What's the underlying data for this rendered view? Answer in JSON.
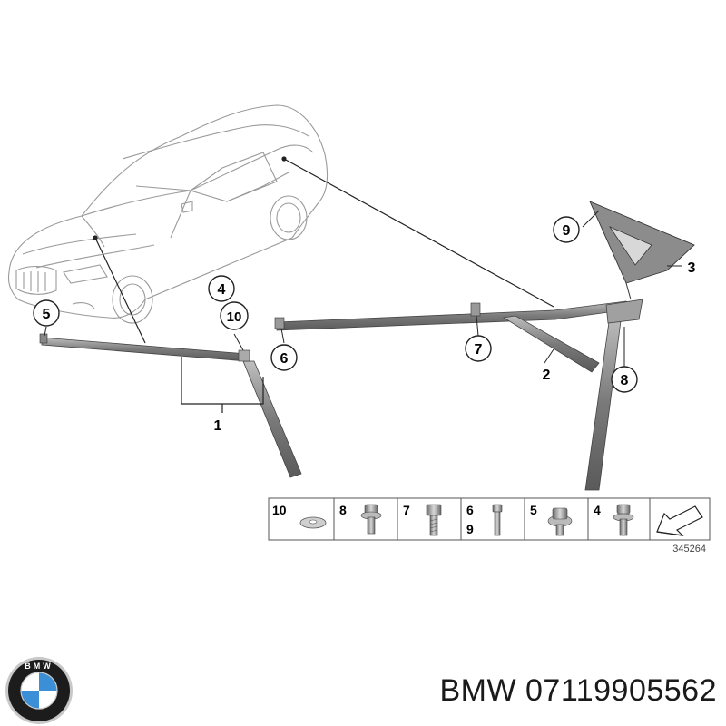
{
  "diagram": {
    "callouts": {
      "c1": "1",
      "c2": "2",
      "c3": "3",
      "c4": "4",
      "c5": "5",
      "c6": "6",
      "c7": "7",
      "c8": "8",
      "c9": "9",
      "c10": "10"
    },
    "legend": {
      "items": [
        "10",
        "8",
        "7",
        "6",
        "9",
        "5",
        "4"
      ]
    },
    "reference_number": "345264"
  },
  "brand": {
    "logo_letters": "BMW",
    "logo_colors": {
      "ring": "#1c1c1c",
      "blue": "#3a8fd6",
      "white": "#ffffff",
      "chrome": "#c8c8c8"
    }
  },
  "part_label": "BMW 07119905562"
}
